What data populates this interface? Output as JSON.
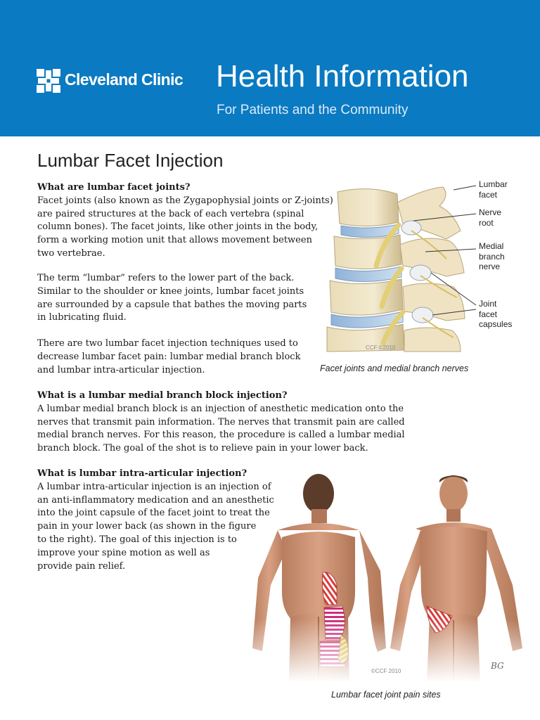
{
  "header": {
    "brand": "Cleveland Clinic",
    "title": "Health Information",
    "subtitle": "For Patients and the Community",
    "color": "#0a7ac2"
  },
  "page_title": "Lumbar Facet Injection",
  "sections": {
    "s1": {
      "question": "What are lumbar facet joints?",
      "lines": [
        "Facet joints (also known as the Zygapophysial joints or Z-joints)",
        "are paired structures at the back of each vertebra (spinal",
        "column bones). The facet joints, like other joints in the body,",
        "form a working motion unit that allows movement between",
        "two vertebrae."
      ]
    },
    "s2": {
      "lines": [
        "The term “lumbar” refers to the lower part of the back.",
        "Similar to the shoulder or knee joints, lumbar facet joints",
        "are surrounded by a capsule that bathes the moving parts",
        "in lubricating fluid."
      ]
    },
    "s3": {
      "lines": [
        "There are two lumbar facet injection techniques used to",
        "decrease lumbar facet pain: lumbar medial branch block",
        "and lumbar intra-articular injection."
      ]
    },
    "s4": {
      "question": "What is a lumbar medial branch block injection?",
      "lines": [
        "A lumbar medial branch block is an injection of anesthetic medication onto the",
        "nerves that transmit pain information. The nerves that transmit pain are called",
        "medial branch nerves. For this reason, the procedure is called a lumbar medial",
        "branch block. The goal of the shot is to relieve pain in your lower back."
      ]
    },
    "s5": {
      "question": "What is lumbar intra-articular injection?",
      "lines": [
        "A lumbar intra-articular injection is an injection of",
        "an anti-inflammatory medication and an anesthetic",
        "into the joint capsule of the facet joint to treat the",
        "pain in your lower back (as shown in the figure",
        "to the right). The goal of this injection is to",
        "improve your spine motion as well as",
        "provide pain relief."
      ]
    }
  },
  "figure1": {
    "labels": {
      "lumbar_facet": [
        "Lumbar",
        "facet"
      ],
      "nerve_root": [
        "Nerve",
        "root"
      ],
      "medial_branch": [
        "Medial",
        "branch",
        "nerve"
      ],
      "joint_capsules": [
        "Joint",
        "facet",
        "capsules"
      ]
    },
    "copyright": "CCF ©2010",
    "caption": "Facet joints and medial branch nerves"
  },
  "figure2": {
    "copyright": "©CCF 2010",
    "signature": "BG",
    "caption": "Lumbar facet joint pain sites"
  }
}
